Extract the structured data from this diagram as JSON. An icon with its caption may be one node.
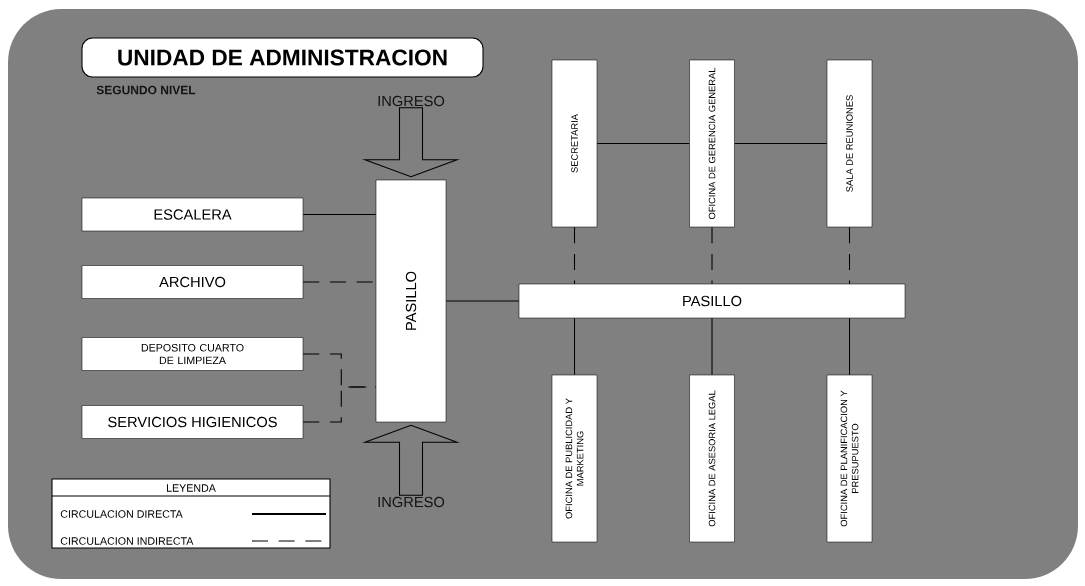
{
  "diagram": {
    "nodes": [
      {
        "text": [
          "UNIDAD DE ADMINISTRACION"
        ]
      },
      {
        "text": [
          "ESCALERA"
        ]
      },
      {
        "text": [
          "ARCHIVO"
        ]
      },
      {
        "text": [
          "DEPOSITO CUARTO DE LIMPIEZA"
        ]
      },
      {
        "text": [
          "SERVICIOS HIGIENICOS"
        ]
      },
      {
        "text": [
          "PASILLO"
        ]
      },
      {
        "text": [
          "PASILLO"
        ]
      },
      {
        "text": [
          "SECRETARIA"
        ]
      },
      {
        "text": [
          "OFICINA DE GERENCIA GENERAL"
        ]
      },
      {
        "text": [
          "SALA DE REUNIONES"
        ]
      },
      {
        "text": [
          "OFICINA DE PUBLICIDAD Y MARKETING"
        ]
      },
      {
        "text": [
          "OFICINA DE ASESORIA LEGAL"
        ]
      },
      {
        "text": [
          "OFICINA DE PLANIFICACION Y PRESUPUESTO"
        ]
      },
      {
        "text": [
          "INGRESO"
        ]
      },
      {
        "text": [
          "INGRESO"
        ]
      }
    ],
    "edges": [
      {
        "from": 1,
        "to": 5,
        "arrow": "none"
      },
      {
        "from": 2,
        "to": 5,
        "arrow": "none",
        "style": "dashed"
      },
      {
        "from": 3,
        "to": 5,
        "arrow": "none",
        "style": "dashed"
      },
      {
        "from": 4,
        "to": 5,
        "arrow": "none",
        "style": "dashed"
      },
      {
        "from": 5,
        "to": 6,
        "arrow": "none"
      },
      {
        "from": 7,
        "to": 8,
        "arrow": "none"
      },
      {
        "from": 8,
        "to": 9,
        "arrow": "none"
      },
      {
        "from": 7,
        "to": 6,
        "arrow": "none",
        "style": "dashed"
      },
      {
        "from": 8,
        "to": 6,
        "arrow": "none",
        "style": "dashed"
      },
      {
        "from": 9,
        "to": 6,
        "arrow": "none",
        "style": "dashed"
      },
      {
        "from": 6,
        "to": 10,
        "arrow": "none"
      },
      {
        "from": 6,
        "to": 11,
        "arrow": "none"
      },
      {
        "from": 6,
        "to": 12,
        "arrow": "none"
      },
      {
        "from": 13,
        "to": 5,
        "arrow": "to"
      },
      {
        "from": 14,
        "to": 5,
        "arrow": "to"
      }
    ],
    "labels": [
      "SEGUNDO NIVEL",
      "LEYENDA"
    ],
    "legend": [
      {
        "text": "CIRCULACION DIRECTA"
      },
      {
        "text": "CIRCULACION INDIRECTA"
      }
    ]
  }
}
